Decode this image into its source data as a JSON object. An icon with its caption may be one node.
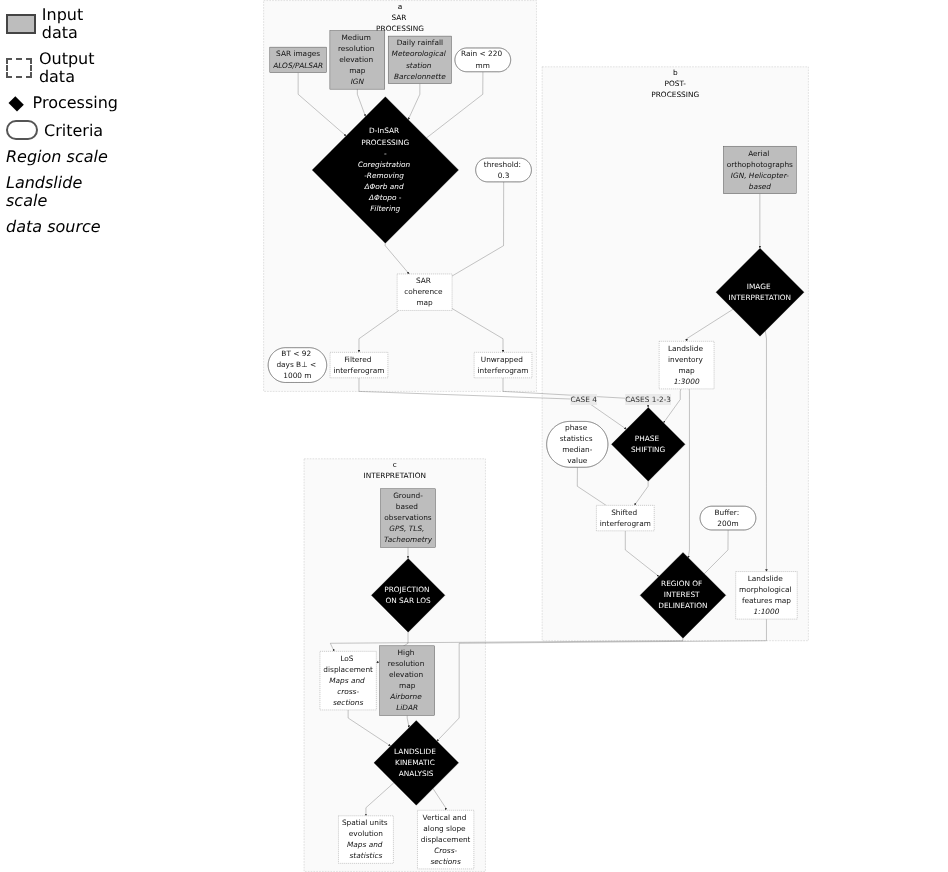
{
  "diagram": {
    "nodes": [
      {
        "text": [
          "a",
          "SAR PROCESSING"
        ]
      },
      {
        "text": [
          "SAR images",
          "ALOS/PALSAR"
        ],
        "in": 0
      },
      {
        "text": [
          "Medium resolution elevation map",
          "IGN"
        ],
        "in": 0
      },
      {
        "text": [
          "Daily rainfall",
          "Meteorological station Barcelonnette"
        ],
        "in": 0
      },
      {
        "text": [
          "BT < 92 days B⊥ < 1000 m"
        ],
        "in": 0
      },
      {
        "text": [
          "Rain < 220 mm"
        ],
        "in": 0
      },
      {
        "text": [
          "D-InSAR PROCESSING",
          "-Coregistration -Removing ΔΦorb and ΔΦtopo -Filtering"
        ],
        "in": 0
      },
      {
        "text": [
          "SAR coherence map"
        ],
        "in": 0
      },
      {
        "text": [
          "threshold: 0.3"
        ],
        "in": 0
      },
      {
        "text": [
          "Filtered interferogram"
        ],
        "in": 0
      },
      {
        "text": [
          "Unwrapped interferogram"
        ],
        "in": 0
      },
      {
        "text": [
          "b",
          "POST-PROCESSING"
        ]
      },
      {
        "text": [
          "Aerial orthophotographs",
          "IGN, Helicopter-based"
        ],
        "in": 11
      },
      {
        "text": [
          "IMAGE INTERPRETATION"
        ],
        "in": 11
      },
      {
        "text": [
          "Landslide morphological features map",
          "1:1000"
        ],
        "in": 11
      },
      {
        "text": [
          "Landslide inventory map",
          "1:3000"
        ],
        "in": 11
      },
      {
        "text": [
          "PHASE SHIFTING"
        ],
        "in": 11
      },
      {
        "text": [
          "phase statistics median-value"
        ],
        "in": 11
      },
      {
        "text": [
          "Shifted interferogram"
        ],
        "in": 11
      },
      {
        "text": [
          "Buffer: 200m"
        ],
        "in": 11
      },
      {
        "text": [
          "REGION OF INTEREST DELINEATION"
        ],
        "in": 11
      },
      {
        "text": [
          "c",
          "INTERPRETATION"
        ]
      },
      {
        "text": [
          "Ground-based observations",
          "GPS, TLS, Tacheometry"
        ],
        "in": 21
      },
      {
        "text": [
          "PROJECTION ON SAR LOS"
        ],
        "in": 21
      },
      {
        "text": [
          "LoS displacement",
          "Maps and cross-sections"
        ],
        "in": 21
      },
      {
        "text": [
          "High resolution elevation map",
          "Airborne LiDAR"
        ],
        "in": 21
      },
      {
        "text": [
          "LANDSLIDE KINEMATIC ANALYSIS"
        ],
        "in": 21
      },
      {
        "text": [
          "Spatial units evolution",
          "Maps and statistics"
        ],
        "in": 21
      },
      {
        "text": [
          "Vertical and along slope displacement",
          "Cross-sections"
        ],
        "in": 21
      }
    ],
    "edges": [
      {
        "from": 1,
        "to": 6,
        "arrow": "to"
      },
      {
        "from": 2,
        "to": 6,
        "arrow": "to"
      },
      {
        "from": 3,
        "to": 6,
        "arrow": "to"
      },
      {
        "from": 5,
        "to": 6,
        "arrow": "none"
      },
      {
        "from": 6,
        "to": 7,
        "arrow": "to"
      },
      {
        "from": 8,
        "to": 7,
        "arrow": "none"
      },
      {
        "from": 7,
        "to": 9,
        "arrow": "to"
      },
      {
        "from": 7,
        "to": 10,
        "arrow": "to"
      },
      {
        "from": 9,
        "to": 16,
        "arrow": "to",
        "label": "CASE 4"
      },
      {
        "from": 10,
        "to": 16,
        "arrow": "to",
        "label": "CASES 1-2-3"
      },
      {
        "from": 12,
        "to": 13,
        "arrow": "to"
      },
      {
        "from": 13,
        "to": 14,
        "arrow": "to"
      },
      {
        "from": 13,
        "to": 15,
        "arrow": "to"
      },
      {
        "from": 15,
        "to": 16,
        "arrow": "to"
      },
      {
        "from": 17,
        "to": 18,
        "arrow": "none"
      },
      {
        "from": 16,
        "to": 18,
        "arrow": "to"
      },
      {
        "from": 18,
        "to": 20,
        "arrow": "to"
      },
      {
        "from": 15,
        "to": 20,
        "arrow": "to"
      },
      {
        "from": 19,
        "to": 20,
        "arrow": "none"
      },
      {
        "from": 20,
        "to": 24,
        "arrow": "to"
      },
      {
        "from": 22,
        "to": 23,
        "arrow": "to"
      },
      {
        "from": 23,
        "to": 24,
        "arrow": "to"
      },
      {
        "from": 24,
        "to": 26,
        "arrow": "to"
      },
      {
        "from": 25,
        "to": 26,
        "arrow": "to"
      },
      {
        "from": 14,
        "to": 26,
        "arrow": "to"
      },
      {
        "from": 26,
        "to": 27,
        "arrow": "to"
      },
      {
        "from": 26,
        "to": 28,
        "arrow": "to"
      }
    ],
    "labels": [
      "Region scale",
      "Landslide scale",
      "data source"
    ],
    "legend": [
      {
        "text": "Input data"
      },
      {
        "text": "Output data"
      },
      {
        "text": "Processing"
      },
      {
        "text": "Criteria"
      }
    ]
  }
}
